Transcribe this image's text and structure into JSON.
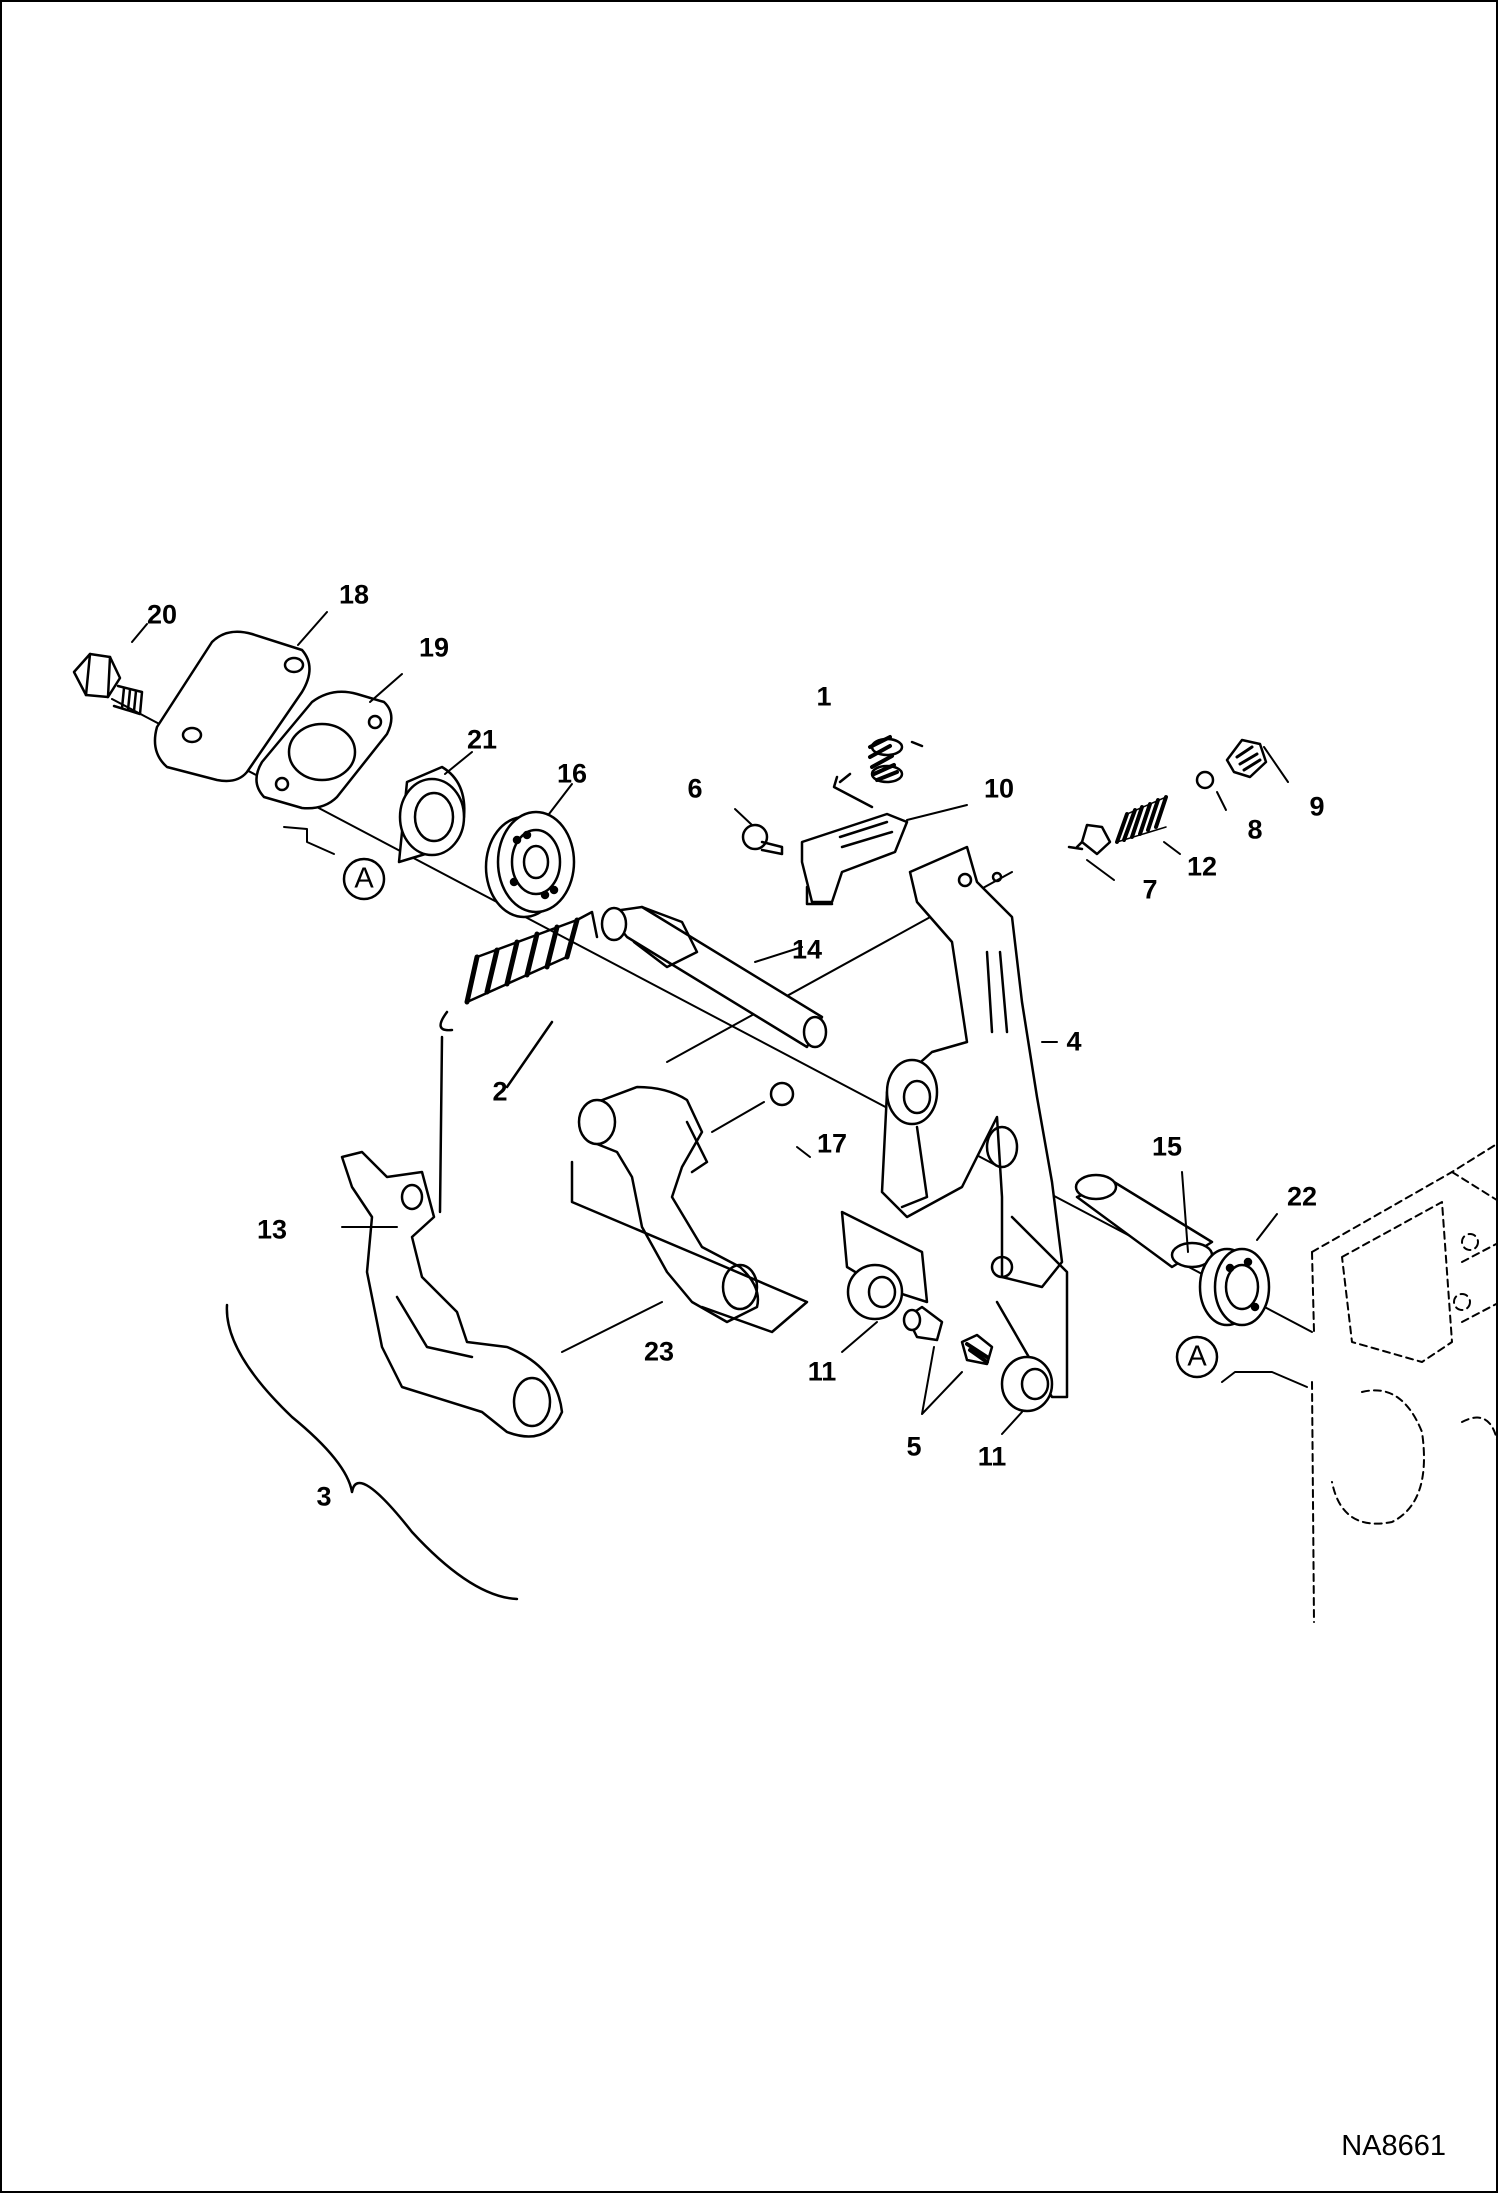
{
  "drawing_code": "NA8661",
  "reference_marker": "A",
  "callouts": [
    {
      "id": "p1",
      "label": "1"
    },
    {
      "id": "p2",
      "label": "2"
    },
    {
      "id": "p3",
      "label": "3"
    },
    {
      "id": "p4",
      "label": "4"
    },
    {
      "id": "p5",
      "label": "5"
    },
    {
      "id": "p6",
      "label": "6"
    },
    {
      "id": "p7",
      "label": "7"
    },
    {
      "id": "p8",
      "label": "8"
    },
    {
      "id": "p9",
      "label": "9"
    },
    {
      "id": "p10",
      "label": "10"
    },
    {
      "id": "p11a",
      "label": "11"
    },
    {
      "id": "p11b",
      "label": "11"
    },
    {
      "id": "p12",
      "label": "12"
    },
    {
      "id": "p13",
      "label": "13"
    },
    {
      "id": "p14",
      "label": "14"
    },
    {
      "id": "p15",
      "label": "15"
    },
    {
      "id": "p16",
      "label": "16"
    },
    {
      "id": "p17",
      "label": "17"
    },
    {
      "id": "p18",
      "label": "18"
    },
    {
      "id": "p19",
      "label": "19"
    },
    {
      "id": "p20",
      "label": "20"
    },
    {
      "id": "p21",
      "label": "21"
    },
    {
      "id": "p22",
      "label": "22"
    },
    {
      "id": "p23",
      "label": "23"
    }
  ]
}
